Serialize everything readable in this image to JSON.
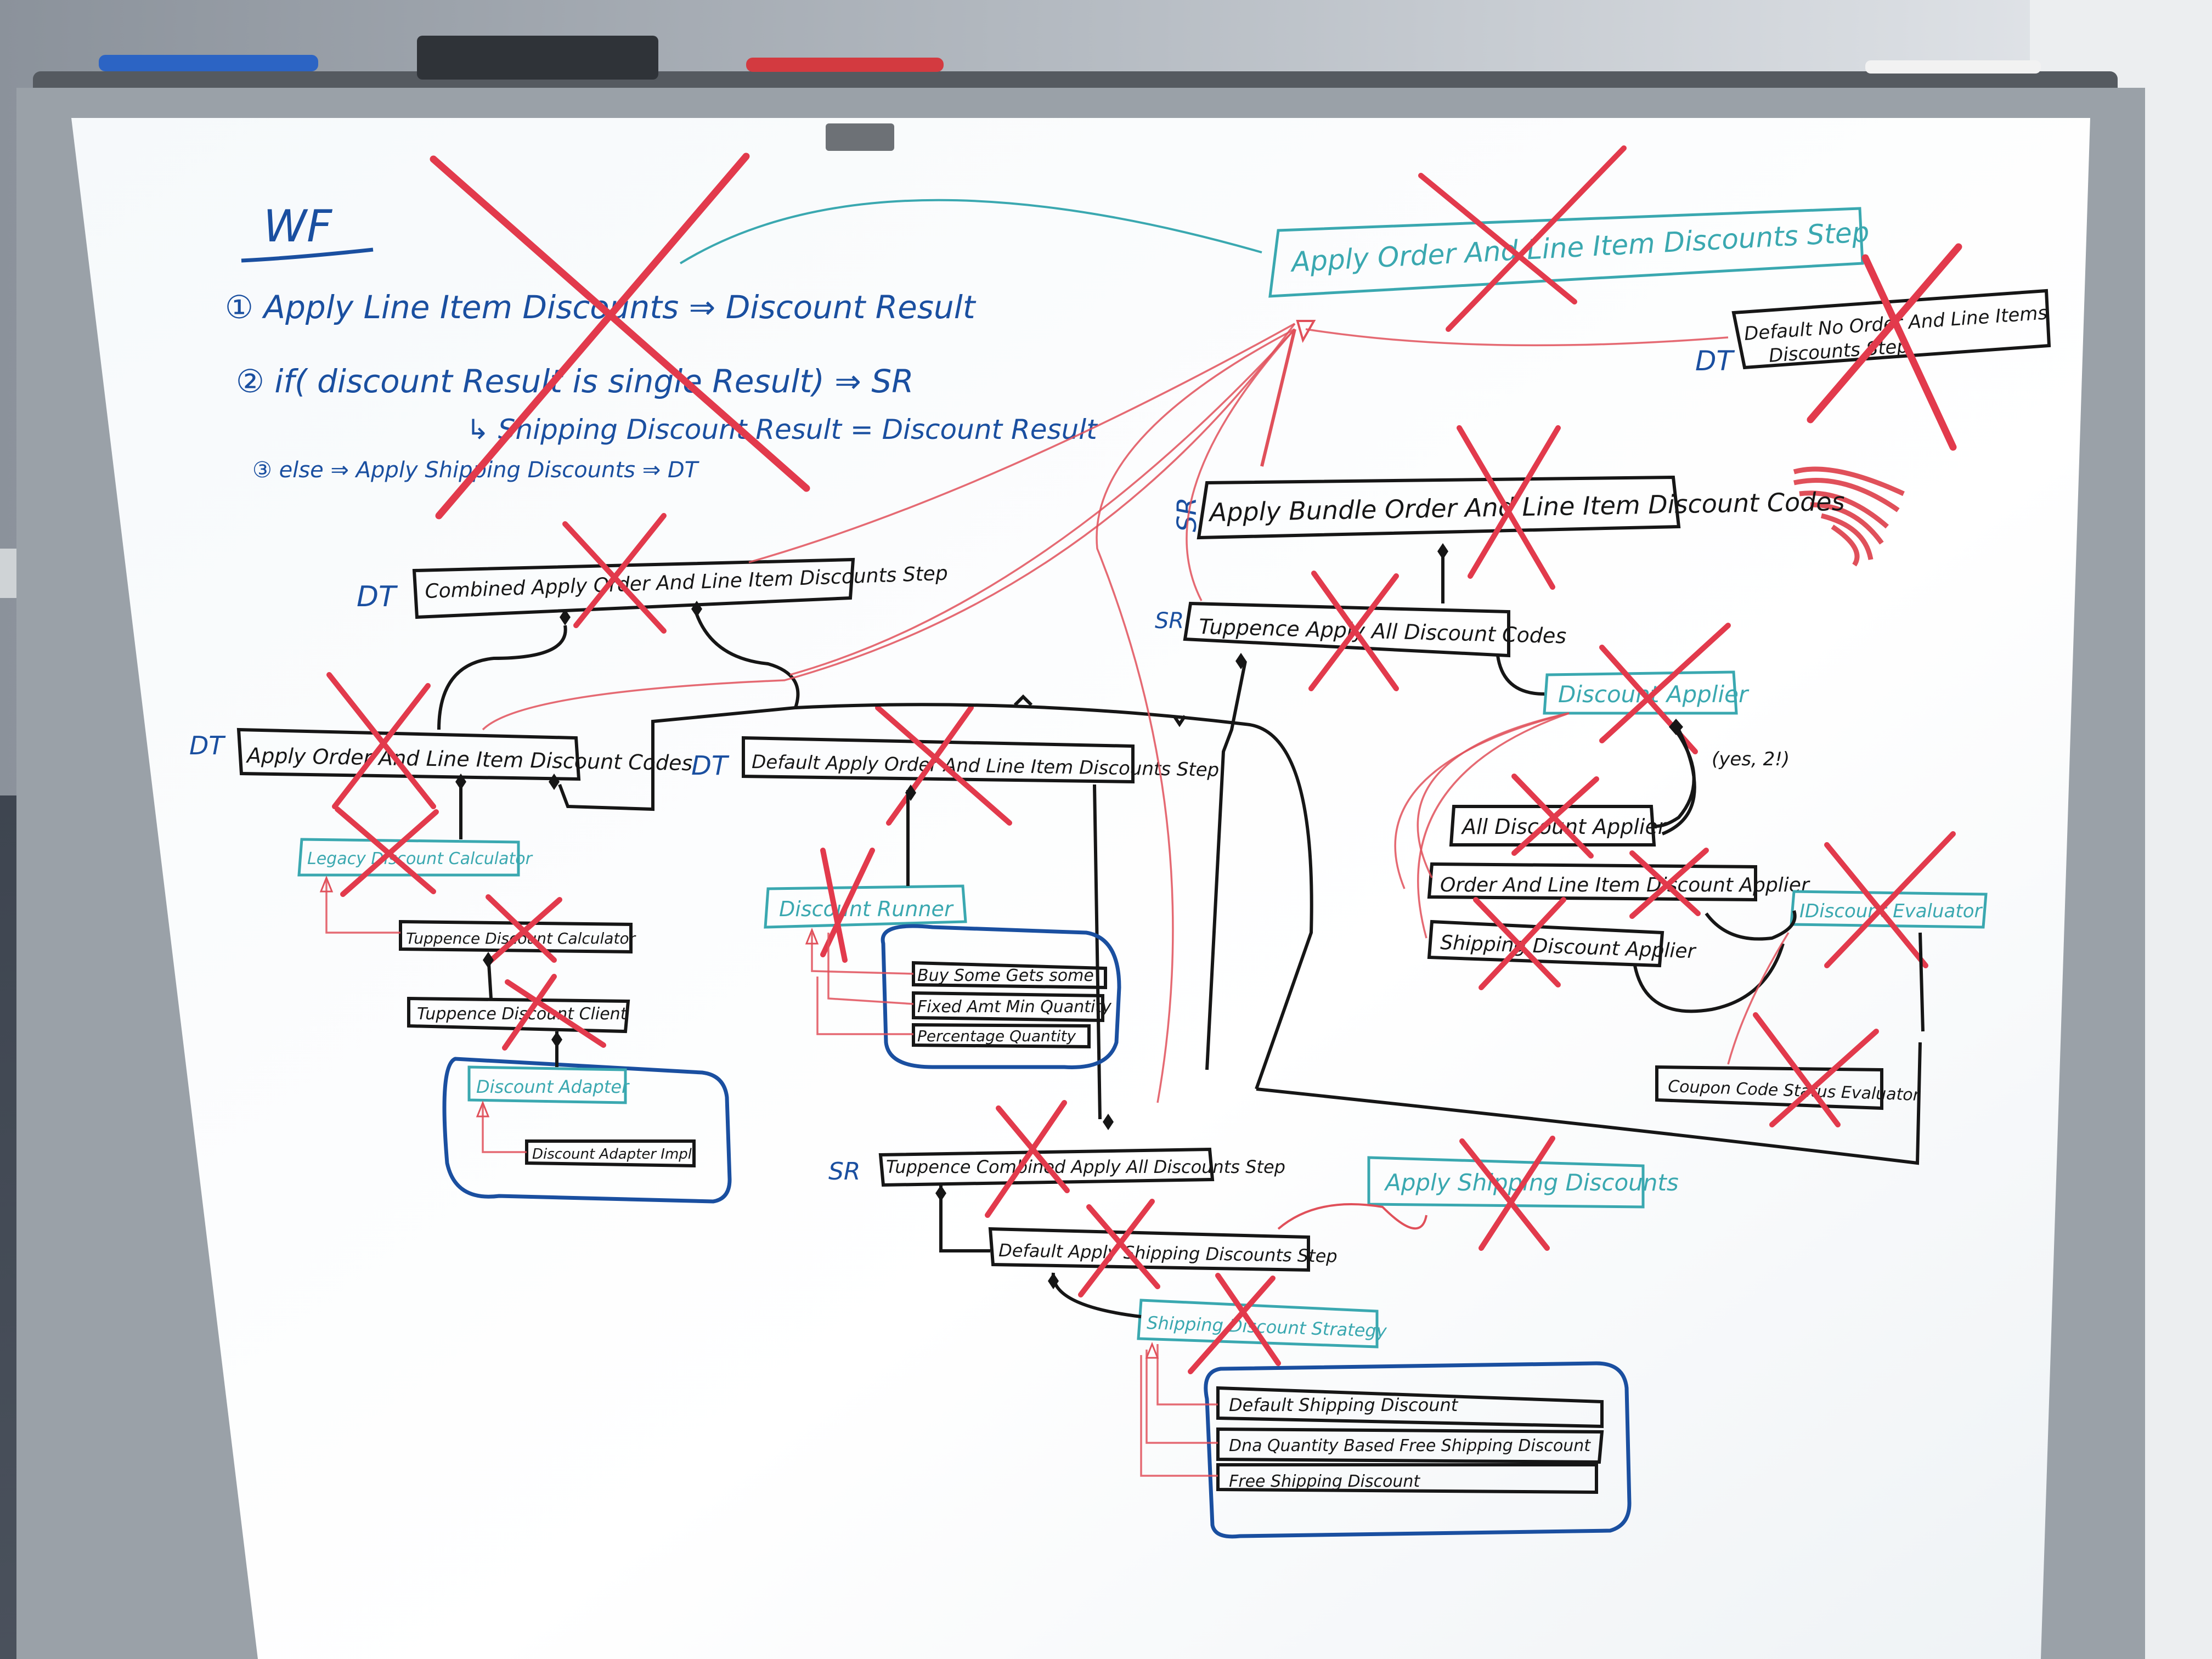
{
  "workflow": {
    "heading": "WF",
    "step1": "① Apply Line Item Discounts ⇒ Discount Result",
    "step2": "② if( discount Result  is  single Result) ⇒ SR",
    "step2b": "↳ Shipping Discount Result = Discount Result",
    "step3": "③ else ⇒ Apply Shipping Discounts ⇒ DT"
  },
  "boxes": {
    "apply_order_and_line_item_discounts_step": "Apply Order And Line Item Discounts Step",
    "default_no_order_and_line_items_line1": "Default No Order And Line Items",
    "default_no_order_and_line_items_line2": "Discounts Step",
    "apply_bundle_order": "Apply Bundle Order And Line Item Discount Codes",
    "tuppence_apply_all": "Tuppence Apply All Discount Codes",
    "combined_apply": "Combined Apply Order And Line Item Discounts Step",
    "apply_order_codes": "Apply Order And Line Item Discount Codes",
    "default_apply_order": "Default Apply Order And Line Item Discounts Step",
    "discount_applier": "Discount Applier",
    "all_discount_applier": "All Discount Applier",
    "order_and_line_item_applier": "Order And Line Item Discount Applier",
    "shipping_discount_applier": "Shipping Discount Applier",
    "idiscount_evaluator": "IDiscount Evaluator",
    "coupon_code_evaluator": "Coupon Code Status Evaluator",
    "legacy_calculator": "Legacy Discount Calculator",
    "tuppence_calculator": "Tuppence Discount Calculator",
    "tuppence_client": "Tuppence Discount Client",
    "discount_adapter": "Discount Adapter",
    "discount_adapter_impl": "Discount Adapter Impl",
    "discount_runner": "Discount Runner",
    "buy_some": "Buy Some Gets some",
    "fixed_amt": "Fixed Amt Min Quantity",
    "percentage_qty": "Percentage Quantity",
    "tuppence_combined": "Tuppence Combined Apply All Discounts Step",
    "apply_shipping_discounts": "Apply Shipping Discounts",
    "default_apply_shipping": "Default Apply Shipping Discounts Step",
    "shipping_strategy": "Shipping Discount Strategy",
    "default_shipping_discount": "Default Shipping Discount",
    "dna_quantity": "Dna Quantity Based Free Shipping Discount",
    "free_shipping": "Free Shipping Discount"
  },
  "tags": {
    "dt": "DT",
    "sr": "SR",
    "yes2": "(yes, 2!)"
  },
  "colors": {
    "board": "#fbfcfd",
    "frame": "#9aa1a8",
    "marker_blue": "#1a4fa0",
    "marker_black": "#161616",
    "marker_teal": "#3aa8b0",
    "marker_red": "#e23a4c"
  }
}
